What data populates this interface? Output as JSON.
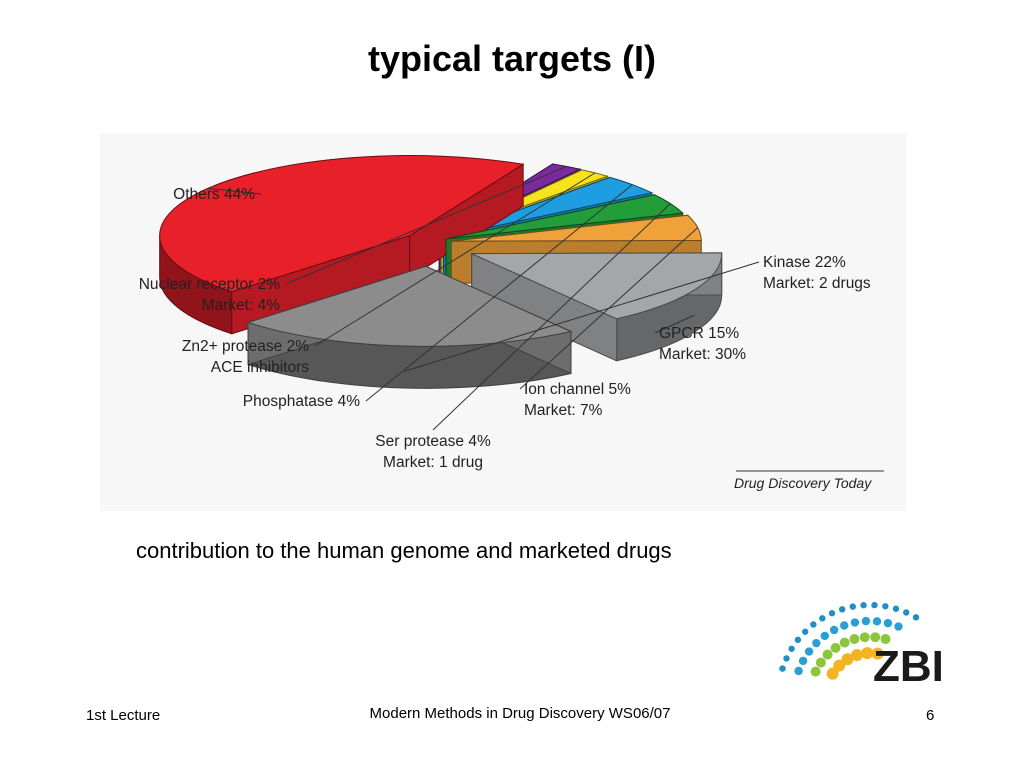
{
  "slide": {
    "title": "typical targets (I)",
    "caption": "contribution to the human genome and marketed drugs",
    "footer_left": "1st Lecture",
    "footer_center": "Modern Methods in Drug Discovery WS06/07",
    "footer_right": "6",
    "logo_text": "ZBI"
  },
  "chart_data": {
    "type": "pie",
    "title": "",
    "source": "Drug Discovery Today",
    "slices": [
      {
        "name": "Others",
        "value": 44,
        "label_lines": [
          "Others 44%"
        ],
        "color": "#e8202a"
      },
      {
        "name": "Kinase",
        "value": 22,
        "label_lines": [
          "Kinase 22%",
          "Market: 2 drugs"
        ],
        "color": "#8c8c8c"
      },
      {
        "name": "GPCR",
        "value": 15,
        "label_lines": [
          "GPCR 15%",
          "Market: 30%"
        ],
        "color": "#a4a6a8"
      },
      {
        "name": "Ion channel",
        "value": 5,
        "label_lines": [
          "Ion channel 5%",
          "Market: 7%"
        ],
        "color": "#f0a23a"
      },
      {
        "name": "Ser protease",
        "value": 4,
        "label_lines": [
          "Ser protease 4%",
          "Market: 1 drug"
        ],
        "color": "#239c3a"
      },
      {
        "name": "Phosphatase",
        "value": 4,
        "label_lines": [
          "Phosphatase 4%"
        ],
        "color": "#1e9ee0"
      },
      {
        "name": "Zn2+ protease",
        "value": 2,
        "label_lines": [
          "Zn2+ protease 2%",
          "ACE inhibitors"
        ],
        "color": "#f7e21e"
      },
      {
        "name": "Nuclear receptor",
        "value": 2,
        "label_lines": [
          "Nuclear receptor 2%",
          "Market: 4%"
        ],
        "color": "#7a2a9c"
      }
    ]
  }
}
